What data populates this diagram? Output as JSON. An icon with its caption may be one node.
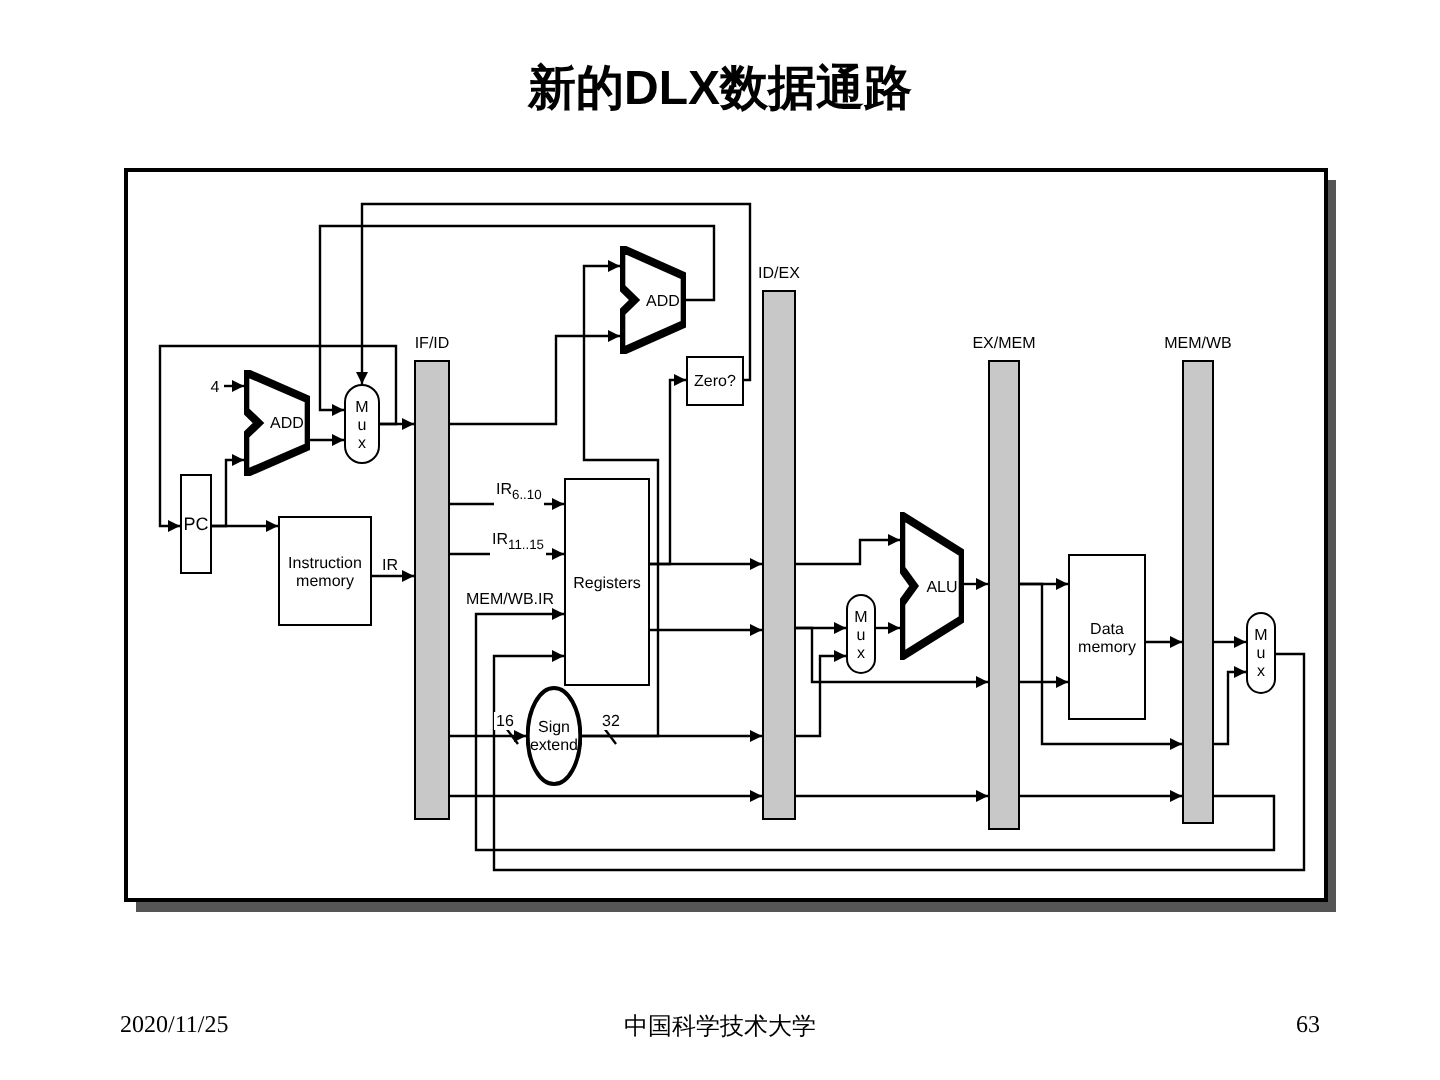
{
  "diagram": {
    "title": "新的DLX数据通路",
    "nodes": [
      {
        "text": [
          "PC"
        ]
      },
      {
        "text": [
          "ADD"
        ]
      },
      {
        "text": [
          "M u x"
        ]
      },
      {
        "text": [
          "Instruction memory"
        ]
      },
      {
        "text": [
          "IF/ID"
        ]
      },
      {
        "text": [
          "ADD"
        ]
      },
      {
        "text": [
          "Zero?"
        ]
      },
      {
        "text": [
          "ID/EX"
        ]
      },
      {
        "text": [
          "Registers"
        ]
      },
      {
        "text": [
          "Sign extend"
        ]
      },
      {
        "text": [
          "M u x"
        ]
      },
      {
        "text": [
          "ALU"
        ]
      },
      {
        "text": [
          "EX/MEM"
        ]
      },
      {
        "text": [
          "Data memory"
        ]
      },
      {
        "text": [
          "MEM/WB"
        ]
      },
      {
        "text": [
          "M u x"
        ]
      },
      {
        "text": [
          "4"
        ]
      }
    ],
    "edges": [
      {
        "from": 16,
        "to": 1,
        "arrow": "to"
      },
      {
        "from": 0,
        "to": 1,
        "arrow": "to"
      },
      {
        "from": 0,
        "to": 3,
        "arrow": "to"
      },
      {
        "from": 1,
        "to": 2,
        "arrow": "to"
      },
      {
        "from": 2,
        "to": 4,
        "arrow": "to"
      },
      {
        "from": 2,
        "to": 0,
        "arrow": "to"
      },
      {
        "from": 5,
        "to": 2,
        "arrow": "to"
      },
      {
        "from": 6,
        "to": 2,
        "arrow": "to"
      },
      {
        "from": 4,
        "to": 5,
        "arrow": "to"
      },
      {
        "from": 4,
        "to": 8,
        "label": "IR$_{6..10}$",
        "arrow": "to"
      },
      {
        "from": 4,
        "to": 8,
        "label": "IR$_{11..15}$",
        "arrow": "to"
      },
      {
        "from": 14,
        "to": 8,
        "label": "MEM/WB.IR",
        "arrow": "to"
      },
      {
        "from": 15,
        "to": 8,
        "arrow": "to"
      },
      {
        "from": 4,
        "to": 9,
        "label": "16",
        "arrow": "to"
      },
      {
        "from": 9,
        "to": 7,
        "label": "32",
        "arrow": "to"
      },
      {
        "from": 9,
        "to": 5,
        "arrow": "to"
      },
      {
        "from": 8,
        "to": 6,
        "arrow": "to"
      },
      {
        "from": 8,
        "to": 7,
        "arrow": "to"
      },
      {
        "from": 8,
        "to": 7,
        "arrow": "to"
      },
      {
        "from": 7,
        "to": 11,
        "arrow": "to"
      },
      {
        "from": 7,
        "to": 10,
        "arrow": "to"
      },
      {
        "from": 7,
        "to": 10,
        "arrow": "to"
      },
      {
        "from": 10,
        "to": 11,
        "arrow": "to"
      },
      {
        "from": 11,
        "to": 12,
        "arrow": "to"
      },
      {
        "from": 7,
        "to": 12,
        "arrow": "to"
      },
      {
        "from": 12,
        "to": 13,
        "arrow": "to"
      },
      {
        "from": 12,
        "to": 13,
        "arrow": "to"
      },
      {
        "from": 13,
        "to": 14,
        "arrow": "to"
      },
      {
        "from": 12,
        "to": 14,
        "arrow": "to"
      },
      {
        "from": 14,
        "to": 15,
        "arrow": "to"
      },
      {
        "from": 14,
        "to": 15,
        "arrow": "to"
      },
      {
        "from": 4,
        "to": 7,
        "arrow": "to"
      },
      {
        "from": 7,
        "to": 12,
        "arrow": "to"
      },
      {
        "from": 12,
        "to": 14,
        "arrow": "to"
      },
      {
        "from": 3,
        "to": 4,
        "label": "IR",
        "arrow": "to"
      }
    ],
    "labels": [
      "2020/11/25",
      "中国科学技术大学",
      "63"
    ]
  }
}
